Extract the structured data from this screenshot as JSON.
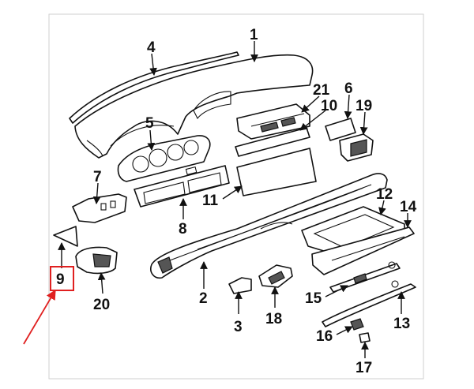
{
  "labels": {
    "l1": "1",
    "l2": "2",
    "l3": "3",
    "l4": "4",
    "l5": "5",
    "l6": "6",
    "l7": "7",
    "l8": "8",
    "l9": "9",
    "l10": "10",
    "l11": "11",
    "l12": "12",
    "l13": "13",
    "l14": "14",
    "l15": "15",
    "l16": "16",
    "l17": "17",
    "l18": "18",
    "l19": "19",
    "l20": "20",
    "l21": "21"
  },
  "colors": {
    "highlight_box": "#e02020",
    "pointer_arrow": "#e02020",
    "line_art": "#111111"
  }
}
